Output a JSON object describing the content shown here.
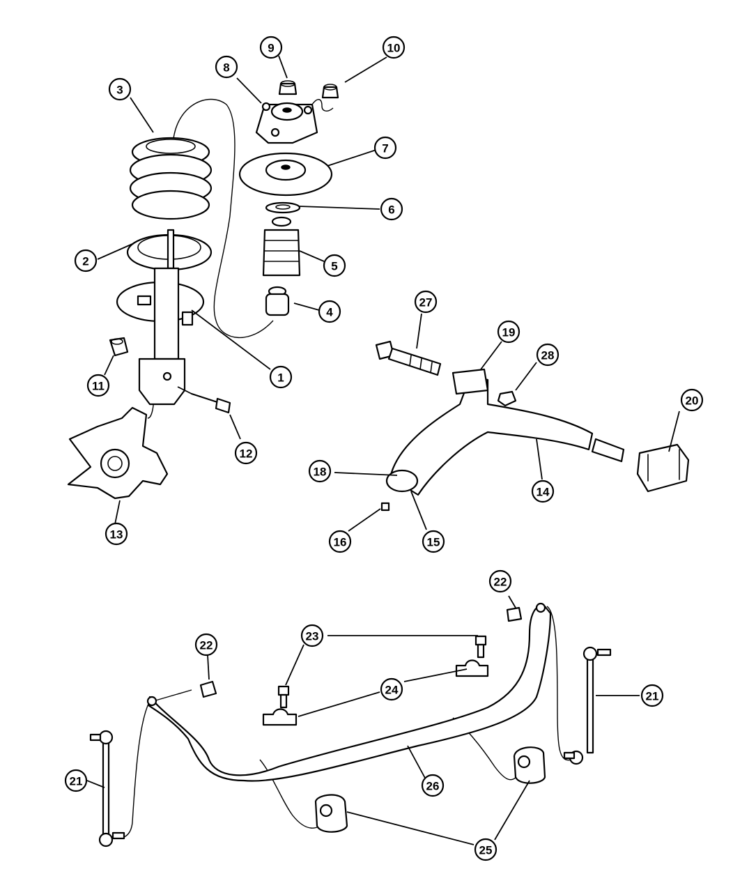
{
  "callouts": {
    "c1": "1",
    "c2": "2",
    "c3": "3",
    "c4": "4",
    "c5": "5",
    "c6": "6",
    "c7": "7",
    "c8": "8",
    "c9": "9",
    "c10": "10",
    "c11": "11",
    "c12": "12",
    "c13": "13",
    "c14": "14",
    "c15": "15",
    "c16": "16",
    "c18": "18",
    "c19": "19",
    "c20": "20",
    "c21a": "21",
    "c21b": "21",
    "c22a": "22",
    "c22b": "22",
    "c23": "23",
    "c24": "24",
    "c25": "25",
    "c26": "26",
    "c27": "27",
    "c28": "28"
  }
}
